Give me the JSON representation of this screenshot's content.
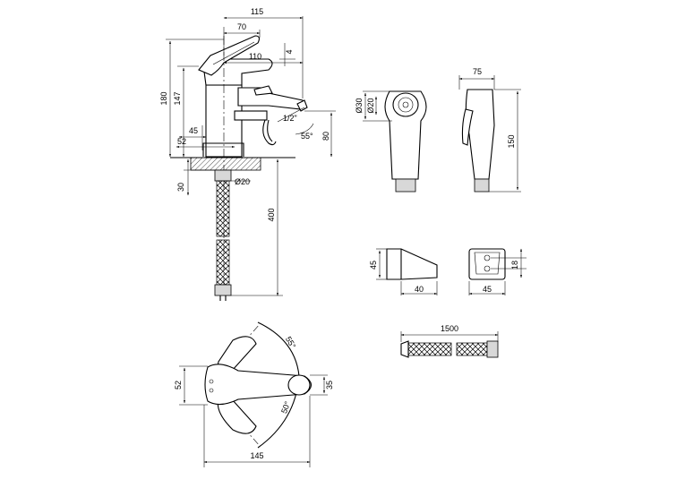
{
  "dims": {
    "faucet_w": "115",
    "handle_offset": "70",
    "spout_len": "110",
    "top_gap": "4",
    "total_h": "180",
    "body_h": "147",
    "spout_reach": "45",
    "base_d": "52",
    "thread": "1/2\"",
    "angle": "55°",
    "height_right": "80",
    "plate": "30",
    "nipple": "Ø20",
    "hose_len": "400",
    "head_d1": "Ø30",
    "head_d2": "Ø20",
    "head_w": "75",
    "head_h": "150",
    "holder_h": "45",
    "holder_w": "40",
    "holder2_w": "45",
    "holder2_h": "18",
    "hose2_len": "1500",
    "top_w": "52",
    "top_depth": "145",
    "top_angle1": "55°",
    "top_angle2": "50°",
    "top_nose": "35"
  }
}
